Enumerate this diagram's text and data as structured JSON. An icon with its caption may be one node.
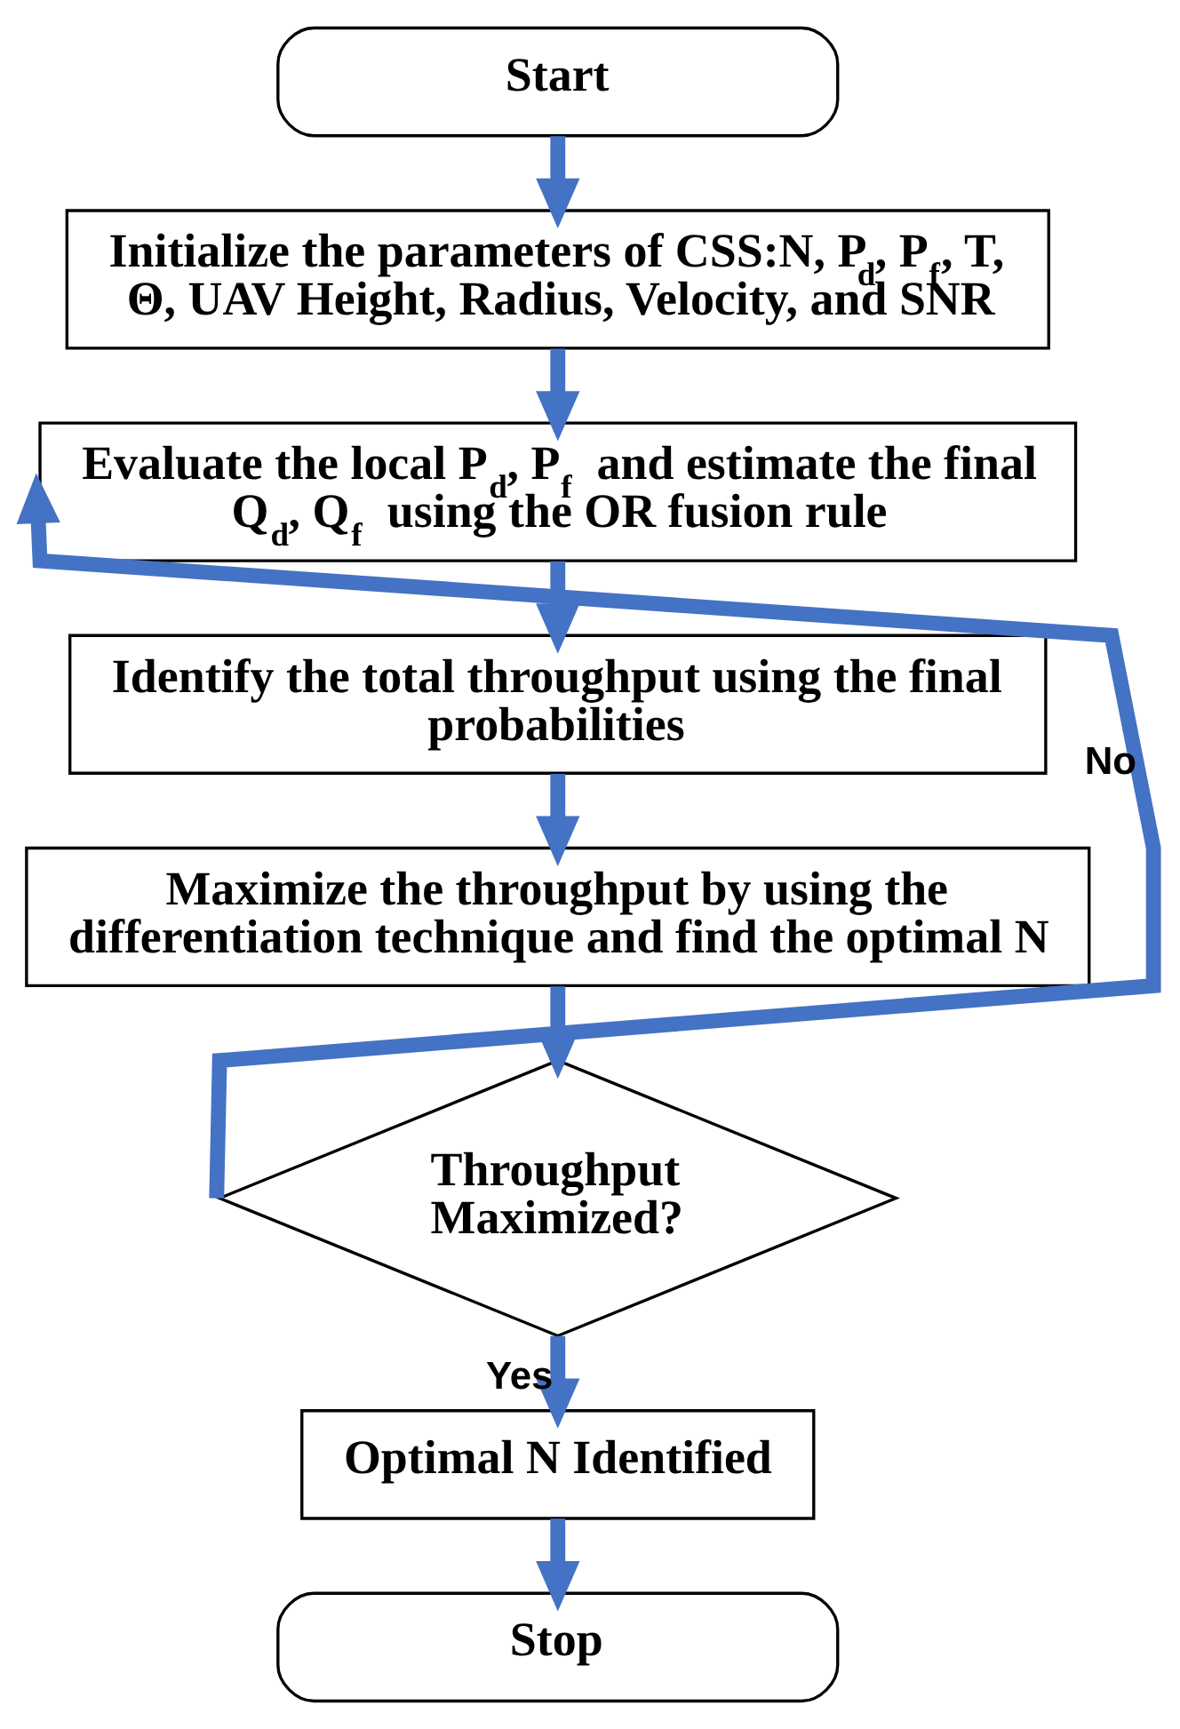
{
  "diagram": {
    "nodes": [
      {
        "text": [
          "Start"
        ]
      },
      {
        "text": [
          "Initialize the parameters of CSS:N, P$_{d}$, P$_{f}$, T, Θ, UAV Height, Radius, Velocity, and SNR"
        ]
      },
      {
        "text": [
          "Evaluate the local P$_{d}$, P$_{f}$ and estimate the final Q$_{d}$, Q$_{f}$ using the OR fusion rule"
        ]
      },
      {
        "text": [
          "Identify the total throughput using the final probabilities"
        ]
      },
      {
        "text": [
          "Maximize the throughput by using the differentiation technique and find the optimal N"
        ]
      },
      {
        "text": [
          "Throughput Maximized?"
        ]
      },
      {
        "text": [
          "Optimal N Identified"
        ]
      },
      {
        "text": [
          "Stop"
        ]
      }
    ],
    "edges": [
      {
        "from": 0,
        "to": 1,
        "arrow": "to"
      },
      {
        "from": 1,
        "to": 2,
        "arrow": "to"
      },
      {
        "from": 2,
        "to": 3,
        "arrow": "to"
      },
      {
        "from": 3,
        "to": 4,
        "arrow": "to"
      },
      {
        "from": 4,
        "to": 5,
        "arrow": "to"
      },
      {
        "from": 5,
        "to": 2,
        "arrow": "to",
        "label": "No"
      },
      {
        "from": 5,
        "to": 6,
        "arrow": "to",
        "label": "Yes"
      },
      {
        "from": 6,
        "to": 7,
        "arrow": "to"
      }
    ]
  }
}
